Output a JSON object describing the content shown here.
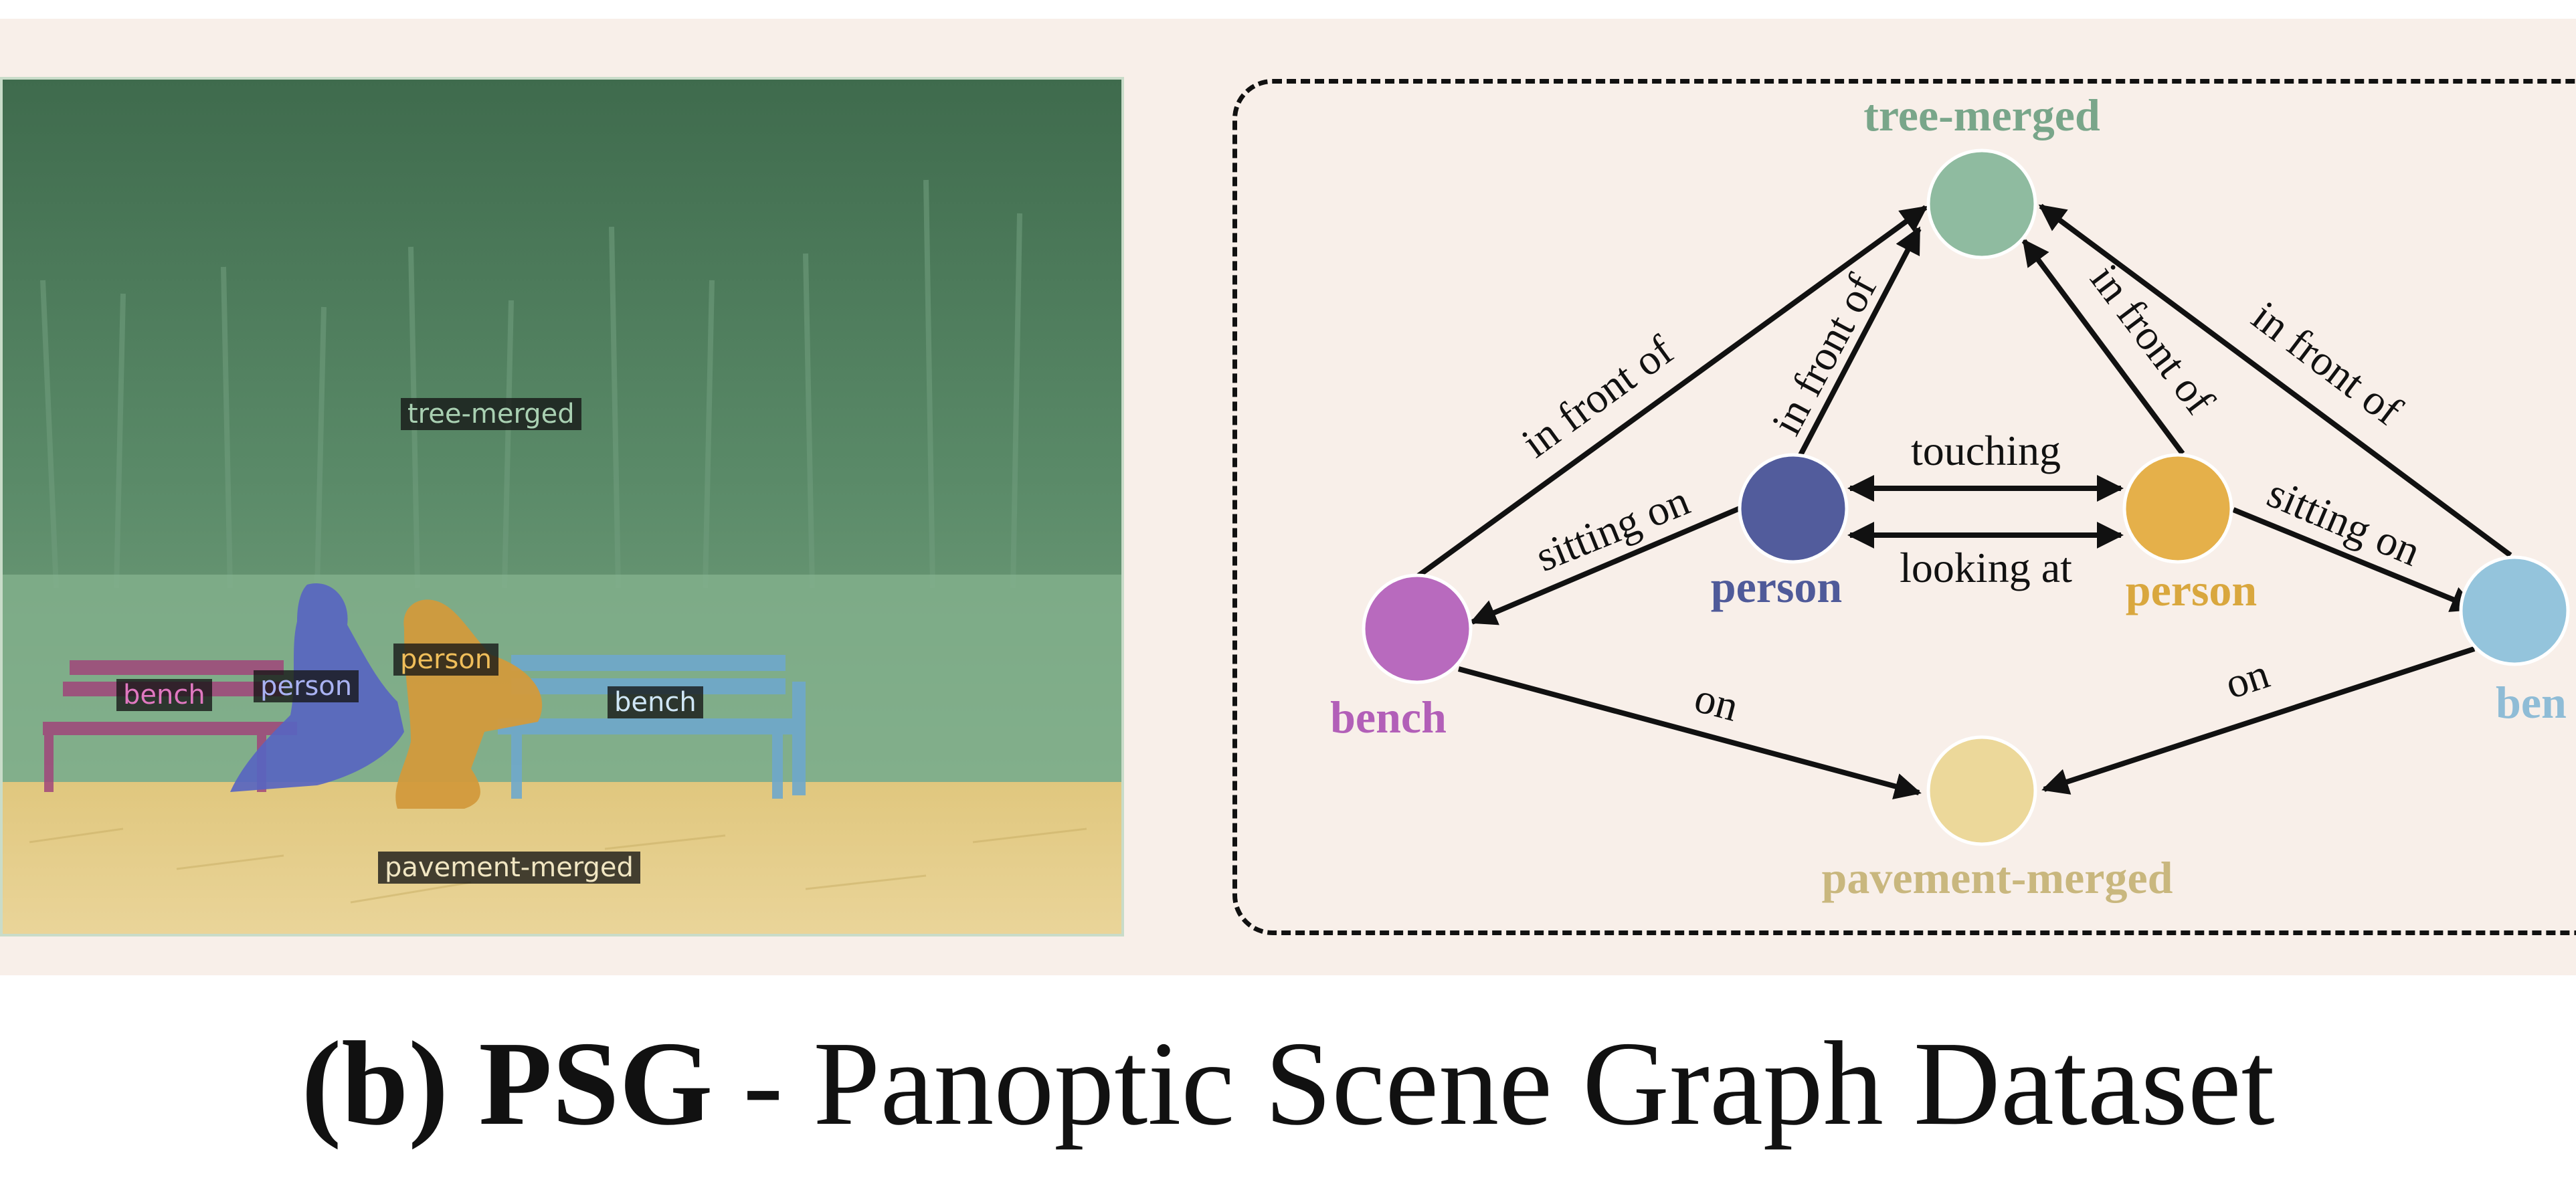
{
  "photo": {
    "labels": {
      "tree": "tree-merged",
      "person_left": "person",
      "person_right": "person",
      "bench_left": "bench",
      "bench_right": "bench",
      "pavement": "pavement-merged"
    },
    "colors": {
      "tree": "#4f7f5f",
      "bench_left": "#a0457a",
      "person_left": "#5865c0",
      "person_right": "#d29a3c",
      "bench_right": "#6fa8cc",
      "pavement": "#dcc279"
    }
  },
  "graph": {
    "nodes": {
      "tree": {
        "label": "tree-merged",
        "color": "#8fbba0",
        "label_color": "#79a68a"
      },
      "person_left": {
        "label": "person",
        "color": "#525c9c",
        "label_color": "#4f5a99"
      },
      "person_right": {
        "label": "person",
        "color": "#e5b04a",
        "label_color": "#d9a73e"
      },
      "bench_left": {
        "label": "bench",
        "color": "#b86abe",
        "label_color": "#b25fb8"
      },
      "bench_right": {
        "label": "ben",
        "color": "#94c4dc",
        "label_color": "#8fbcd6"
      },
      "pavement": {
        "label": "pavement-merged",
        "color": "#ecd89a",
        "label_color": "#c9b77e"
      }
    },
    "edges": {
      "bench_left_tree": "in front of",
      "person_left_tree": "in front of",
      "person_right_tree": "in front of",
      "bench_right_tree": "in front of",
      "person_left_bench_left": "sitting on",
      "person_right_bench_right": "sitting on",
      "touching": "touching",
      "looking_at": "looking at",
      "bench_left_pavement": "on",
      "bench_right_pavement": "on"
    }
  },
  "caption": {
    "prefix": "(b) PSG",
    "rest": " - Panoptic Scene Graph Dataset"
  }
}
